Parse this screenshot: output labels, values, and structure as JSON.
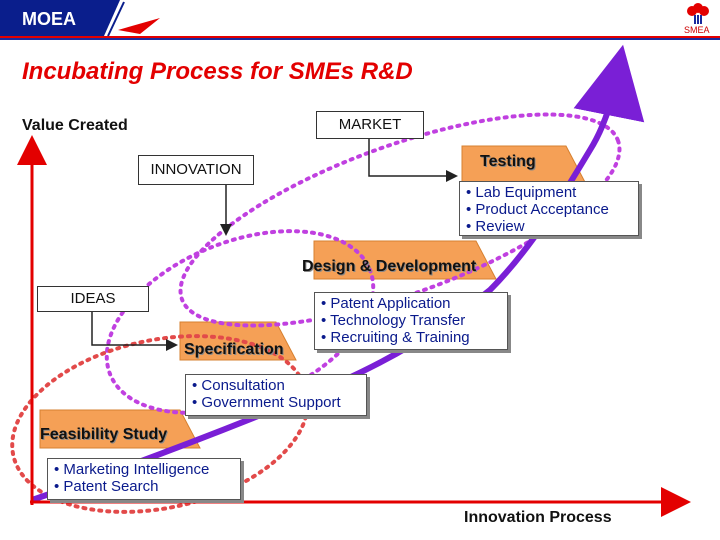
{
  "header": {
    "logo_text": "MOEA",
    "partner_logo_text": "SMEA",
    "colors": {
      "logo_bg": "#0a1e8c",
      "logo_red": "#e30000",
      "rule_red": "#e30000",
      "rule_blue": "#1a2a9e"
    }
  },
  "slide": {
    "title": "Incubating Process for SMEs R&D",
    "y_axis_label": "Value Created",
    "x_axis_label": "Innovation Process"
  },
  "boxes": {
    "market": "MARKET",
    "innovation": "INNOVATION",
    "ideas": "IDEAS"
  },
  "stages": {
    "testing": {
      "label": "Testing",
      "bullets": [
        "• Lab Equipment",
        "• Product Acceptance",
        "• Review"
      ]
    },
    "design": {
      "label": "Design & Development",
      "bullets": [
        "• Patent Application",
        "• Technology Transfer",
        "• Recruiting & Training"
      ]
    },
    "specification": {
      "label": "Specification",
      "bullets": [
        "• Consultation",
        "• Government Support"
      ]
    },
    "feasibility": {
      "label": "Feasibility Study",
      "bullets": [
        "• Marketing Intelligence",
        "• Patent Search"
      ]
    }
  },
  "colors": {
    "stage_fill": "#f5a056",
    "curve": "#7a1fd6",
    "dots_purple": "#c040e0",
    "dots_red": "#e24a4a",
    "axis": "#e30000",
    "bullet_text": "#0a1a8c"
  }
}
